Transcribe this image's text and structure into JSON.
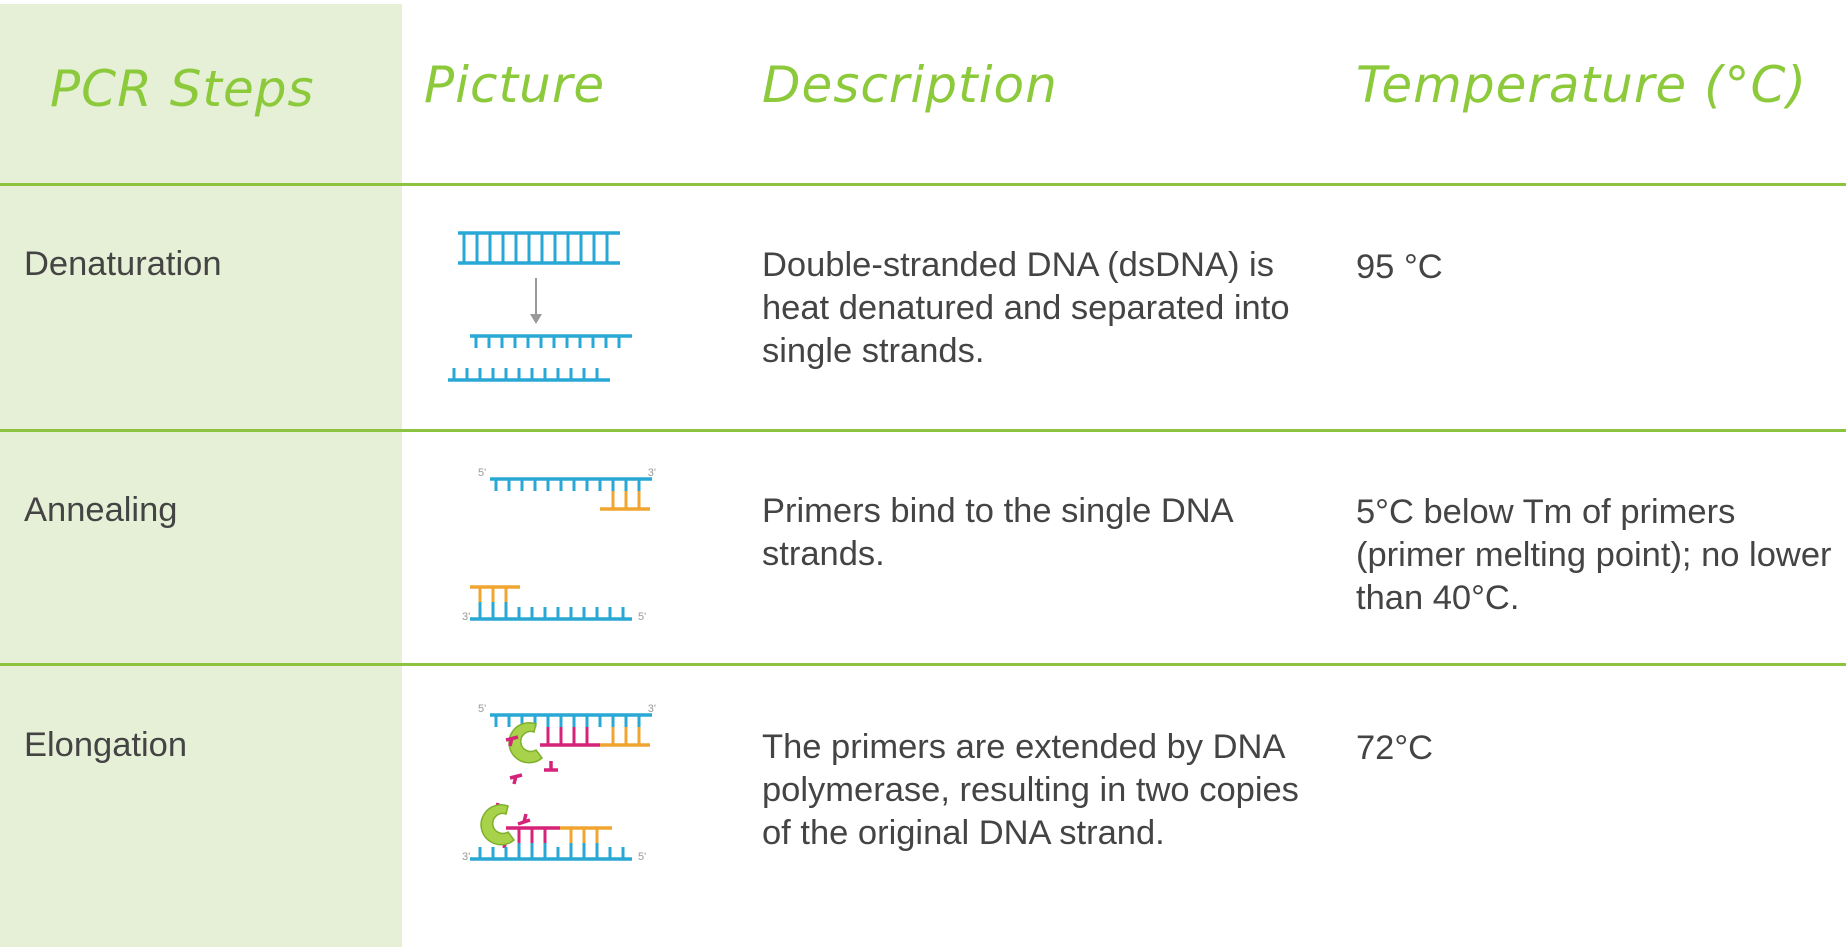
{
  "header": {
    "col_steps": "PCR Steps",
    "col_picture": "Picture",
    "col_description": "Description",
    "col_temperature": "Temperature (°C)"
  },
  "rows": [
    {
      "step": "Denaturation",
      "description": "Double-stranded DNA (dsDNA) is heat denatured and separated into single strands.",
      "temperature": "95 °C"
    },
    {
      "step": "Annealing",
      "description": "Primers bind to the single DNA strands.",
      "temperature": "5°C below Tm of primers (primer melting point); no lower than 40°C."
    },
    {
      "step": "Elongation",
      "description": "The primers are extended by DNA polymerase, resulting in two copies of the original DNA strand.",
      "temperature": "72°C"
    }
  ],
  "strand_labels": {
    "five_prime": "5'",
    "three_prime": "3'"
  },
  "colors": {
    "header_text": "#8cca3c",
    "divider": "#8cc43f",
    "step_column_bg": "#e6f0d6",
    "dna_strand": "#29a8d6",
    "primer": "#f0a531",
    "new_strand": "#d6237a",
    "polymerase": "#a7d24a",
    "body_text": "#444444"
  }
}
